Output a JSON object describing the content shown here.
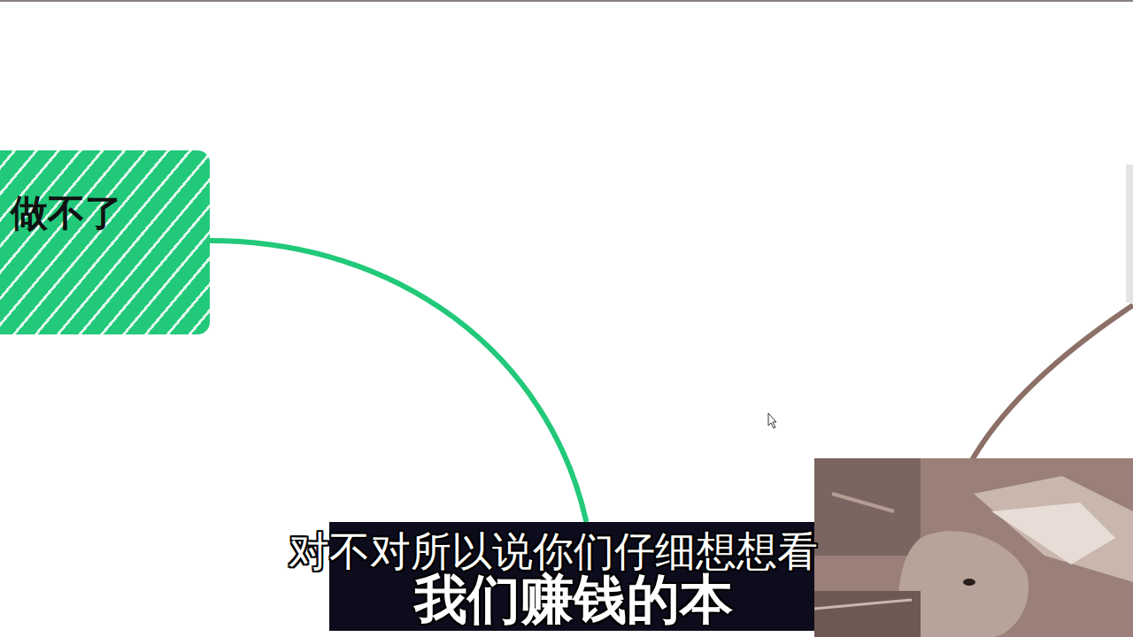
{
  "diagram": {
    "nodes": [
      {
        "text": [
          "做不了"
        ]
      },
      {
        "text": [
          "我们赚钱的本"
        ]
      }
    ],
    "edges": [
      {
        "from": 0,
        "to": 1,
        "arrow": "none"
      }
    ],
    "labels": [
      "对不对所以说你们仔细想想看"
    ]
  }
}
